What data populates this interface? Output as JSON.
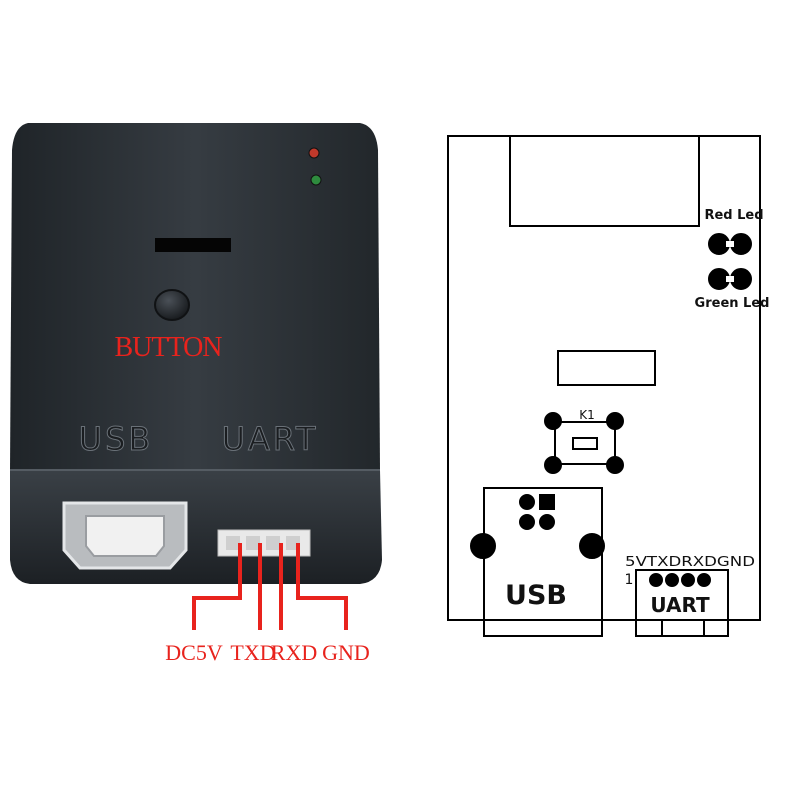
{
  "photo": {
    "button_label": "BUTTON",
    "usb_label": "USB",
    "uart_label": "UART",
    "pin_labels": [
      "DC5V",
      "TXD",
      "RXD",
      "GND"
    ],
    "callout_color": "#e8231d",
    "case_color": "#2c3136"
  },
  "schematic": {
    "red_led_label": "Red Led",
    "green_led_label": "Green Led",
    "button_ref": "K1",
    "usb_label": "USB",
    "uart_label": "UART",
    "pin_header": "5VTXDRXDGND",
    "pin_one_marker": "1"
  }
}
